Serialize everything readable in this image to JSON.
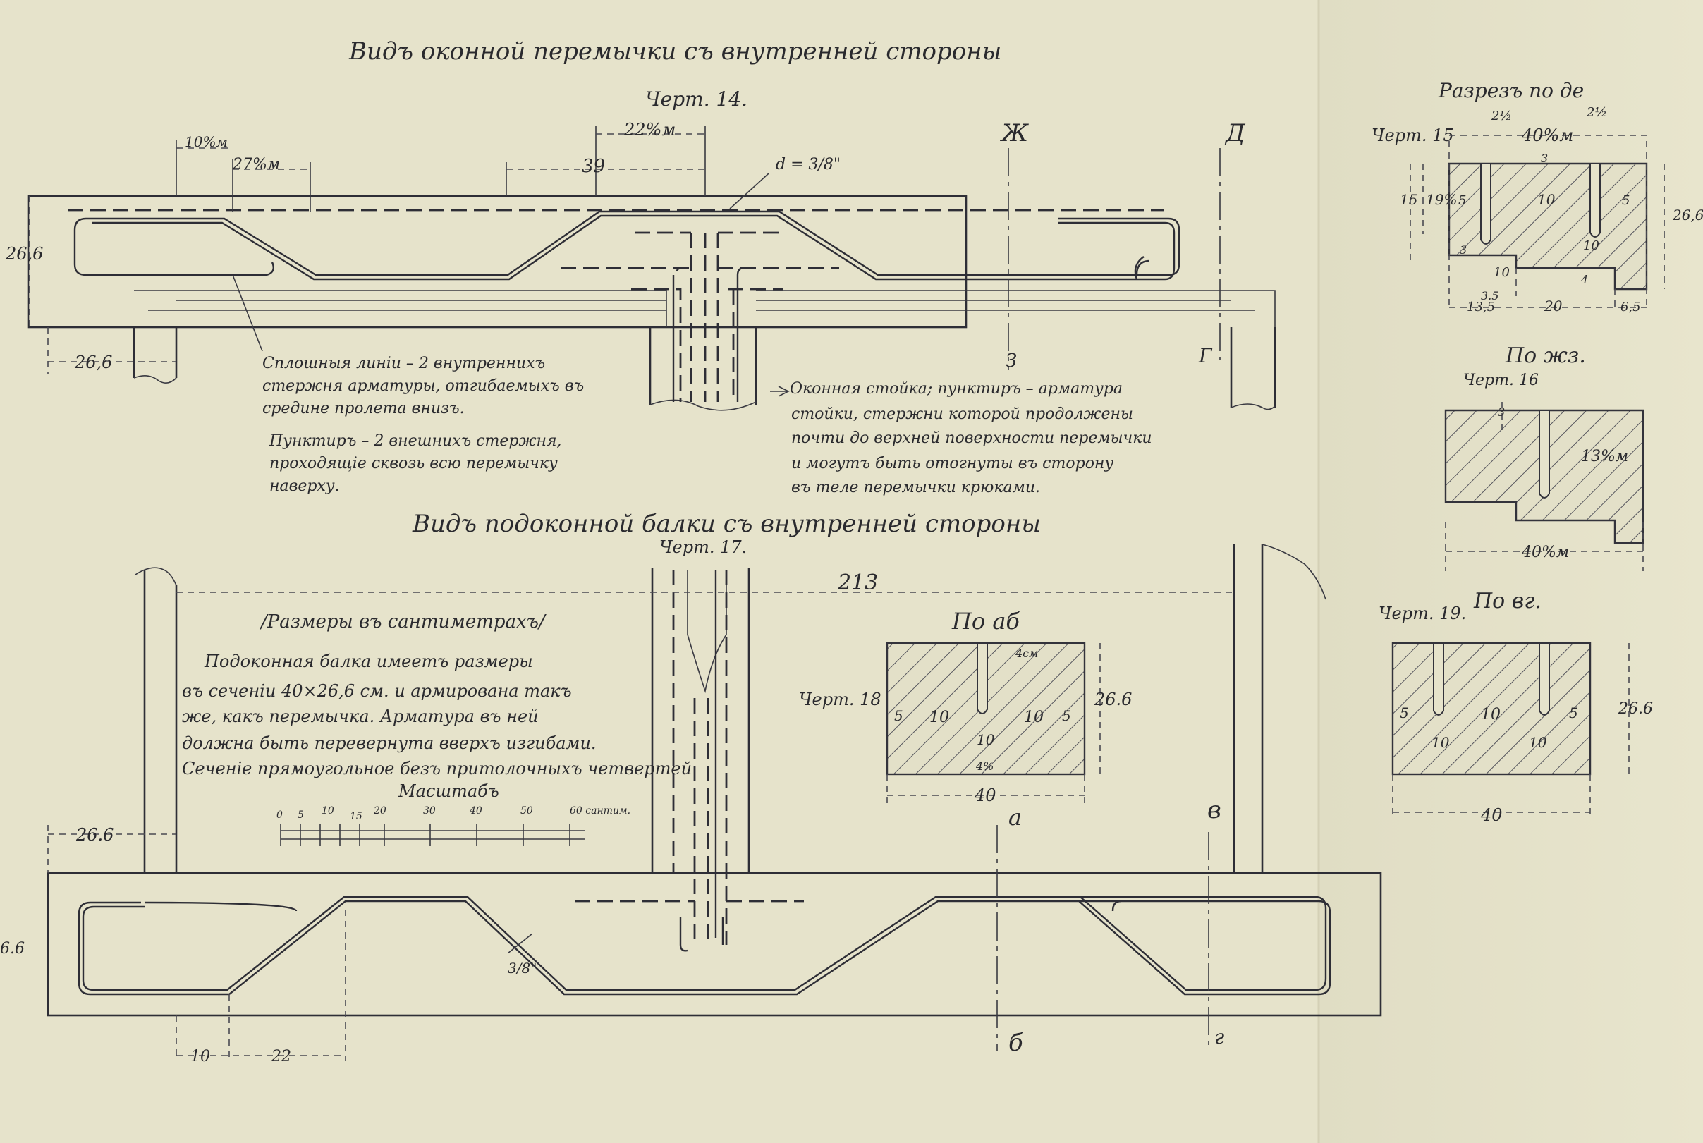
{
  "colors": {
    "paper": "#e6e3cb",
    "ink": "#2e2e36"
  },
  "top": {
    "title": "Видъ оконной перемычки съ внутренней стороны",
    "fig": "Черт. 14.",
    "dims": {
      "a": "10%м",
      "b": "27%м",
      "c": "22%м",
      "d": "39",
      "height": "26,6",
      "left": "26,6",
      "rebar": "d = 3/8\""
    },
    "marks": {
      "zh": "Ж",
      "z": "З",
      "d": "Д",
      "g": "Г"
    },
    "note_left": [
      "Сплошныя линіи – 2 внутреннихъ",
      "стержня арматуры, отгибаемыхъ въ",
      "средине пролета внизъ.",
      "Пунктиръ – 2 внешнихъ стержня,",
      "проходящіе сквозь всю перемычку",
      "наверху."
    ],
    "note_right": [
      "Оконная стойка; пунктиръ – арматура",
      "стойки, стержни которой продолжены",
      "почти до верхней поверхности перемычки",
      "и могутъ быть отогнуты въ сторону",
      "въ теле перемычки крюками."
    ]
  },
  "sections": {
    "de": {
      "label": "Разрезъ по де",
      "fig": "Черт. 15",
      "dims": [
        "2½",
        "2½",
        "40%м",
        "3",
        "15",
        "19%",
        "5",
        "10",
        "5",
        "26,6",
        "10",
        "10",
        "3",
        "3.5",
        "4",
        "13,5",
        "20",
        "6,5"
      ]
    },
    "zhz": {
      "label": "По жз.",
      "fig": "Черт. 16",
      "dims": [
        "3",
        "13%м",
        "40%м"
      ]
    },
    "vg": {
      "label": "По вг.",
      "fig": "Черт. 19.",
      "dims": [
        "5",
        "10",
        "5",
        "10",
        "10",
        "26.6",
        "40"
      ]
    },
    "ab": {
      "label": "По аб",
      "fig": "Черт. 18",
      "dims": [
        "4см",
        "5",
        "10",
        "10",
        "5",
        "10",
        "4%",
        "26.6",
        "40"
      ]
    }
  },
  "bottom": {
    "title": "Видъ подоконной балки съ внутренней стороны",
    "fig": "Черт. 17.",
    "units": "/Размеры въ сантиметрахъ/",
    "desc": [
      "Подоконная балка имеетъ размеры",
      "въ сеченіи 40×26,6 см. и армирована такъ",
      "же, какъ перемычка. Арматура въ ней",
      "должна быть перевернута вверхъ изгибами.",
      "Сеченіе прямоугольное безъ притолочныхъ четвертей"
    ],
    "scale_title": "Масштабъ",
    "scale_ticks": [
      "0",
      "5",
      "10",
      "15",
      "20",
      "30",
      "40",
      "50",
      "60 сантим."
    ],
    "dims": {
      "span": "213",
      "left": "26.6",
      "height": "6.6",
      "a": "10",
      "b": "22",
      "rebar": "3/8\""
    },
    "marks": {
      "a": "а",
      "b": "б",
      "v": "в",
      "g": "г"
    }
  }
}
